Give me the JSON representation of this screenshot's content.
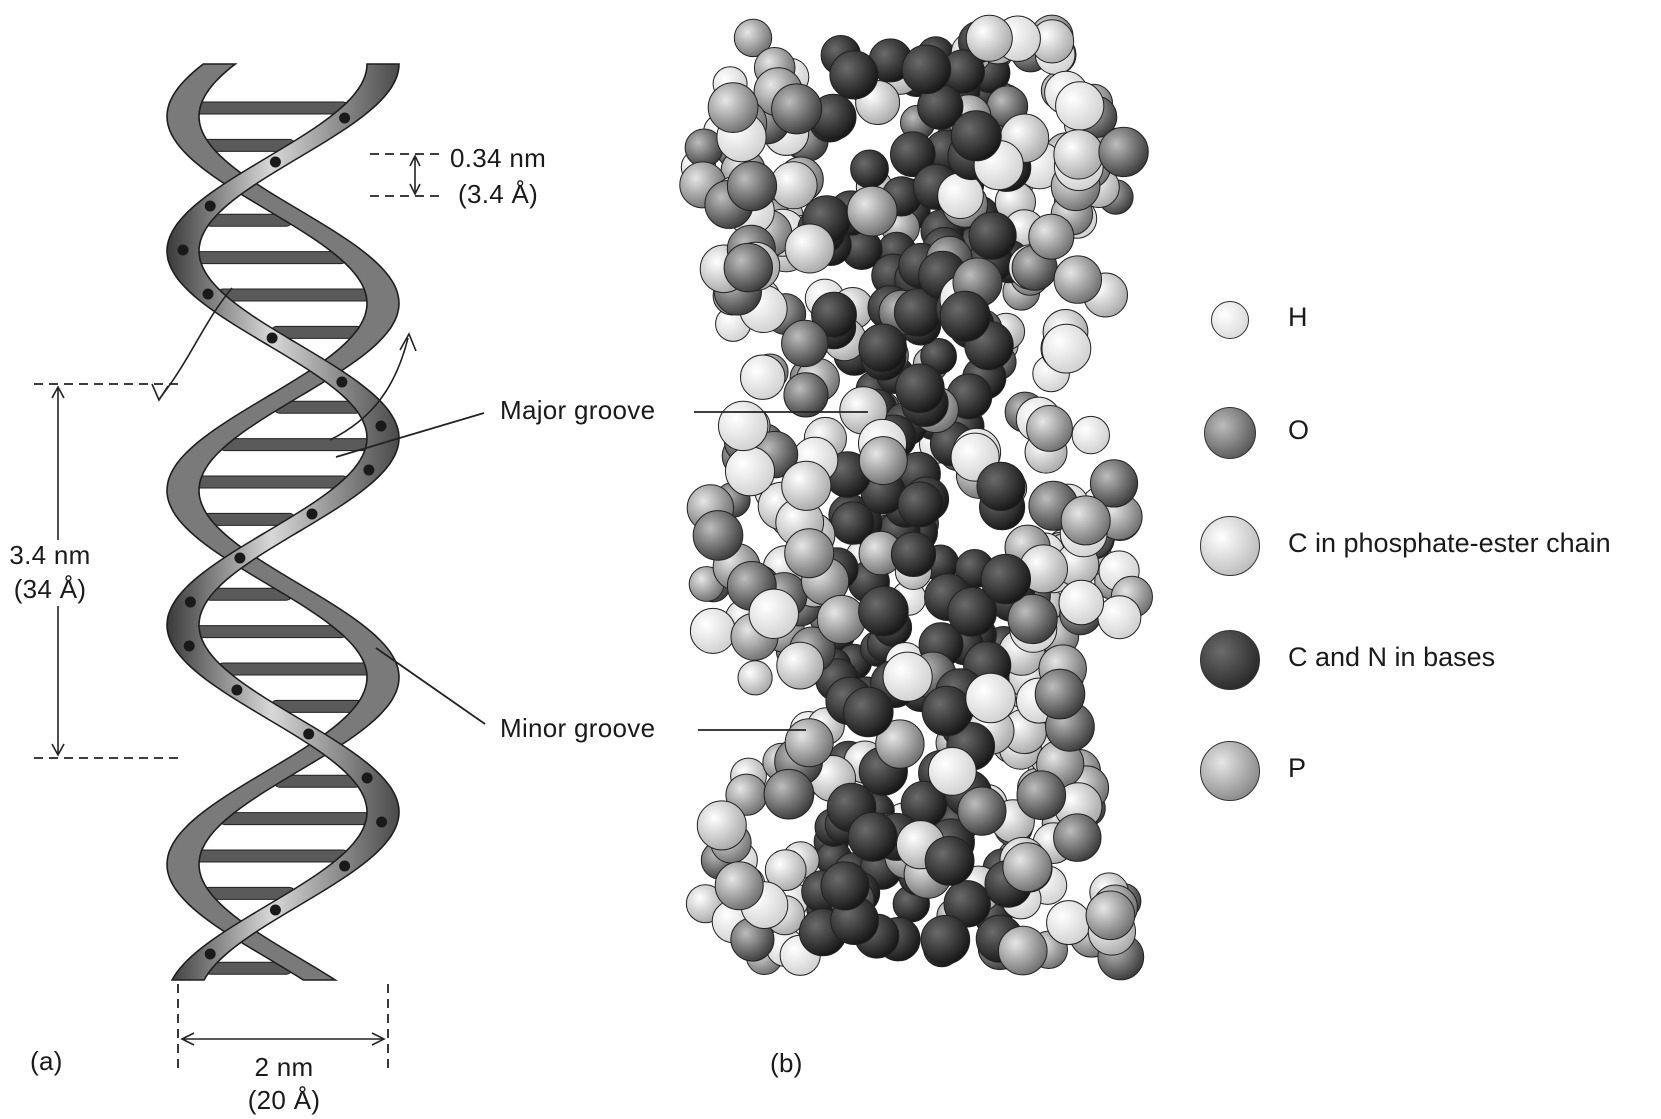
{
  "panel_a": {
    "label": "(a)",
    "base_spacing": {
      "nm": "0.34 nm",
      "angstrom": "(3.4 Å)"
    },
    "helix_pitch": {
      "nm": "3.4 nm",
      "angstrom": "(34 Å)"
    },
    "helix_width": {
      "nm": "2 nm",
      "angstrom": "(20 Å)"
    }
  },
  "panel_b": {
    "label": "(b)"
  },
  "callouts": {
    "major_groove": "Major groove",
    "minor_groove": "Minor groove"
  },
  "legend": {
    "items": [
      {
        "symbol": "H",
        "shade": "#ffffff"
      },
      {
        "symbol": "O",
        "shade": "#6f6f6f"
      },
      {
        "symbol": "C in phosphate-ester chain",
        "shade": "#e4e4e4"
      },
      {
        "symbol": "C and N in bases",
        "shade": "#2e2e2e"
      },
      {
        "symbol": "P",
        "shade": "#a9a9a9"
      }
    ]
  }
}
